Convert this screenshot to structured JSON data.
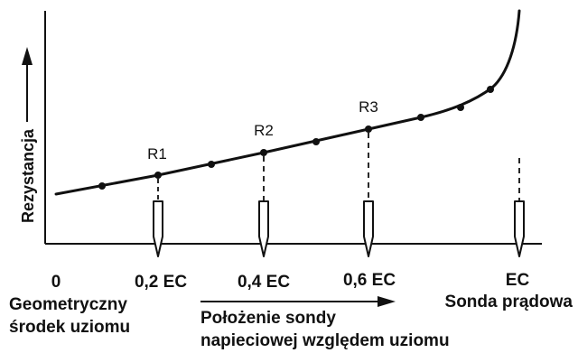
{
  "diagram": {
    "y_axis_label": "Rezystancja",
    "x_tick_labels": [
      "0",
      "0,2 EC",
      "0,4 EC",
      "0,6 EC",
      "EC"
    ],
    "point_labels": [
      "R1",
      "R2",
      "R3"
    ],
    "bottom_left_label_line1": "Geometryczny",
    "bottom_left_label_line2": "środek uziomu",
    "arrow_label_line1": "Położenie sondy",
    "arrow_label_line2": "napieciowej względem uziomu",
    "current_probe_label": "Sonda prądowa",
    "colors": {
      "ink": "#111111",
      "background": "#ffffff"
    }
  }
}
